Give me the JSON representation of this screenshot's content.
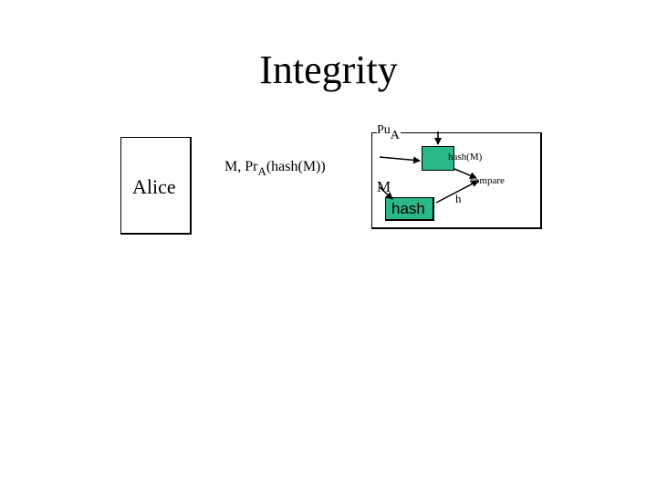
{
  "title": "Integrity",
  "alice": {
    "label": "Alice"
  },
  "message": {
    "prefix": "M, Pr",
    "sub": "A",
    "suffix": "(hash(M))"
  },
  "receiver": {
    "public_key": {
      "base": "Pu",
      "sub": "A"
    },
    "hash_m_label": "hash(M)",
    "compare_label": "compare",
    "h_label": "h",
    "m_label": "M",
    "hash_box_label": "hash"
  },
  "colors": {
    "box_fill": "#2ab888",
    "stroke": "#000000",
    "background": "#ffffff"
  }
}
